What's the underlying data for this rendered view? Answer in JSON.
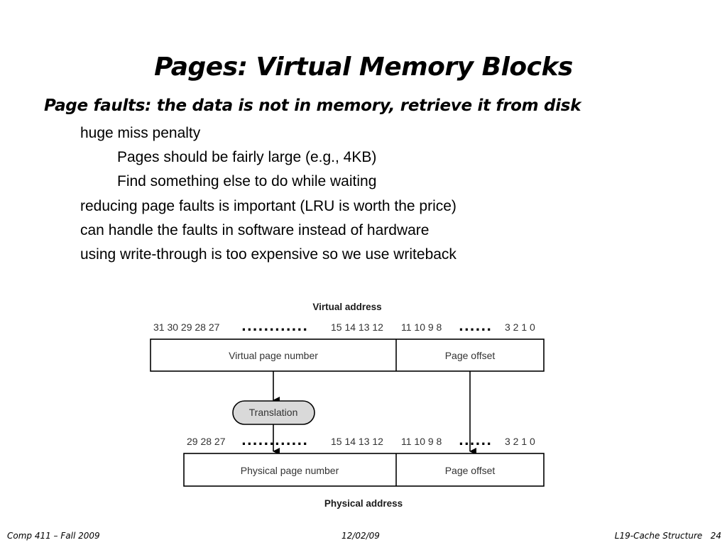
{
  "slide": {
    "title": "Pages: Virtual Memory Blocks",
    "subtitle": "Page faults:  the data is not in memory, retrieve it from disk",
    "bullets": [
      "huge miss penalty",
      "Pages should be fairly large (e.g., 4KB)",
      "Find something else to do while waiting",
      "reducing page faults is important (LRU is worth the price)",
      "can handle the faults in software instead of hardware",
      "using write-through is too expensive so we use writeback"
    ]
  },
  "diagram": {
    "virtual_address_label": "Virtual address",
    "virtual_bits_high": "31 30 29 28 27",
    "virtual_bits_mid": "15 14 13 12",
    "virtual_bits_low_a": "11 10 9 8",
    "virtual_bits_low_b": "3 2 1 0",
    "virtual_page_number": "Virtual page number",
    "page_offset": "Page offset",
    "translation": "Translation",
    "physical_bits_high": "29 28 27",
    "physical_bits_mid": "15 14 13 12",
    "physical_bits_low_a": "11 10 9 8",
    "physical_bits_low_b": "3 2 1 0",
    "physical_page_number": "Physical page number",
    "physical_page_offset": "Page offset",
    "physical_address_label": "Physical address",
    "dots_long": "............",
    "dots_short": "......"
  },
  "footer": {
    "left": "Comp 411 – Fall 2009",
    "center": "12/02/09",
    "right": "L19-Cache Structure   24"
  }
}
